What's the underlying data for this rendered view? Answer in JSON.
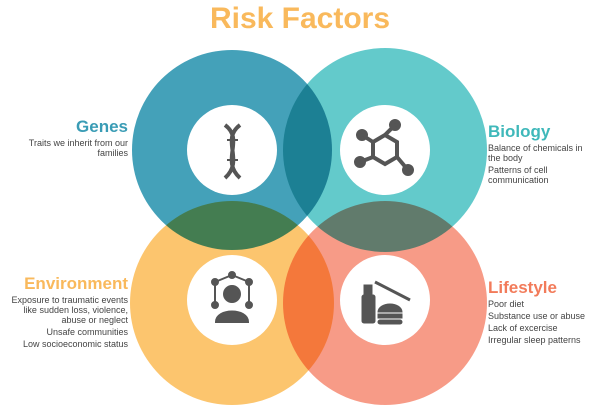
{
  "title": "Risk Factors",
  "colors": {
    "genes": "#3a9cb5",
    "biology": "#52c4c6",
    "environment": "#fcbf5e",
    "lifestyle": "#f6907a",
    "title": "#f9b95c"
  },
  "factors": {
    "genes": {
      "heading": "Genes",
      "items": [
        "Traits we inherit from our families"
      ],
      "icon": "dna-icon"
    },
    "biology": {
      "heading": "Biology",
      "items": [
        "Balance of chemicals in the body",
        "Patterns of cell communication"
      ],
      "icon": "molecule-icon"
    },
    "environment": {
      "heading": "Environment",
      "items": [
        "Exposure to traumatic events like sudden loss, violence, abuse or neglect",
        "Unsafe communities",
        "Low socioeconomic status"
      ],
      "icon": "person-network-icon"
    },
    "lifestyle": {
      "heading": "Lifestyle",
      "items": [
        "Poor diet",
        "Substance use or abuse",
        "Lack of excercise",
        "Irregular sleep patterns"
      ],
      "icon": "food-syringe-icon"
    }
  }
}
